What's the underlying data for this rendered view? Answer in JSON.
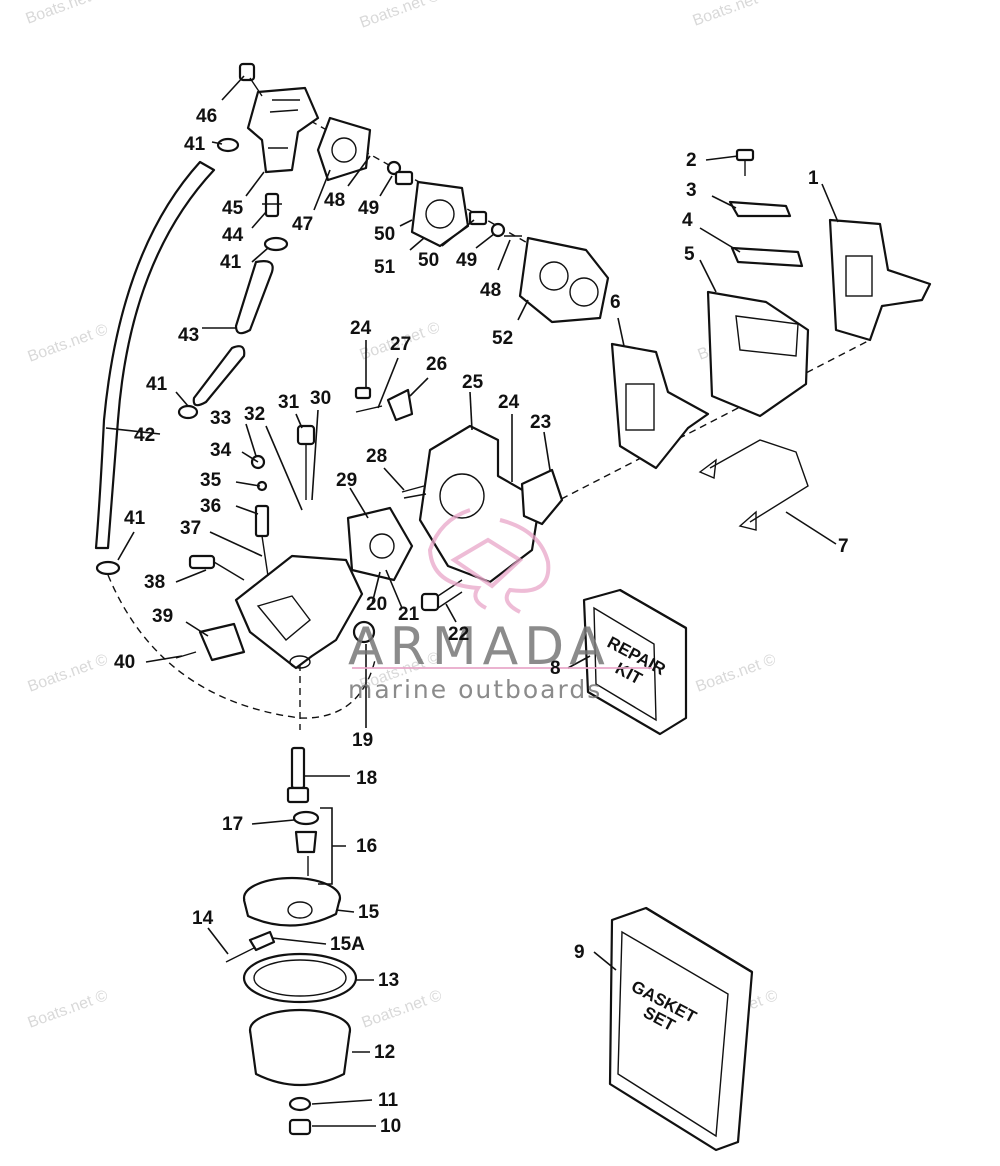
{
  "watermarks": [
    "Boats.net ©",
    "Boats.net ©",
    "Boats.net ©",
    "Boats.net ©",
    "Boats.net ©",
    "Boats.net ©",
    "Boats.net ©",
    "Boats.net ©",
    "Boats.net ©",
    "Boats.net ©",
    "Boats.net ©",
    "Boats.net ©"
  ],
  "brand": {
    "name": "ARMADA",
    "tagline": "marine outboards",
    "accent": "#e8a6c8"
  },
  "repair_kit": {
    "line1": "REPAIR",
    "line2": "KIT"
  },
  "gasket_set": {
    "line1": "GASKET",
    "line2": "SET"
  },
  "callouts": [
    "46",
    "41",
    "45",
    "44",
    "41",
    "43",
    "41",
    "42",
    "41",
    "47",
    "48",
    "49",
    "50",
    "51",
    "50",
    "49",
    "48",
    "52",
    "2",
    "3",
    "4",
    "1",
    "5",
    "6",
    "7",
    "24",
    "27",
    "26",
    "25",
    "24",
    "23",
    "31",
    "30",
    "33",
    "32",
    "34",
    "35",
    "36",
    "37",
    "38",
    "39",
    "40",
    "28",
    "29",
    "20",
    "21",
    "22",
    "19",
    "8",
    "18",
    "17",
    "16",
    "15",
    "14",
    "15A",
    "13",
    "12",
    "11",
    "10",
    "9"
  ]
}
